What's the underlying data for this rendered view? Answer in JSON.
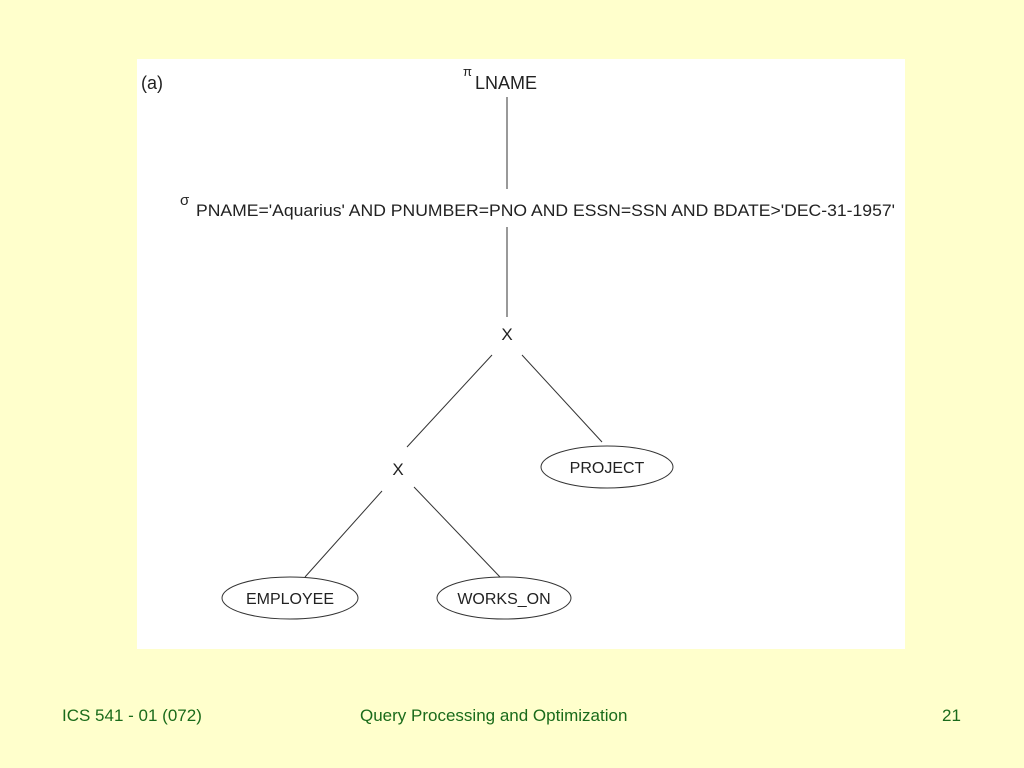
{
  "diagram": {
    "part_label": "(a)",
    "projection": {
      "symbol": "π",
      "attribute": "LNAME"
    },
    "selection": {
      "symbol": "σ",
      "condition": "PNAME='Aquarius' AND PNUMBER=PNO AND ESSN=SSN AND BDATE>'DEC-31-1957'"
    },
    "product_top": "X",
    "product_bottom": "X",
    "relations": {
      "project": "PROJECT",
      "employee": "EMPLOYEE",
      "works_on": "WORKS_ON"
    }
  },
  "footer": {
    "course": "ICS 541 - 01 (072)",
    "topic": "Query Processing and Optimization",
    "page": "21"
  },
  "colors": {
    "background": "#ffffcc",
    "figure_bg": "#ffffff",
    "footer_text": "#1a6b1a"
  }
}
